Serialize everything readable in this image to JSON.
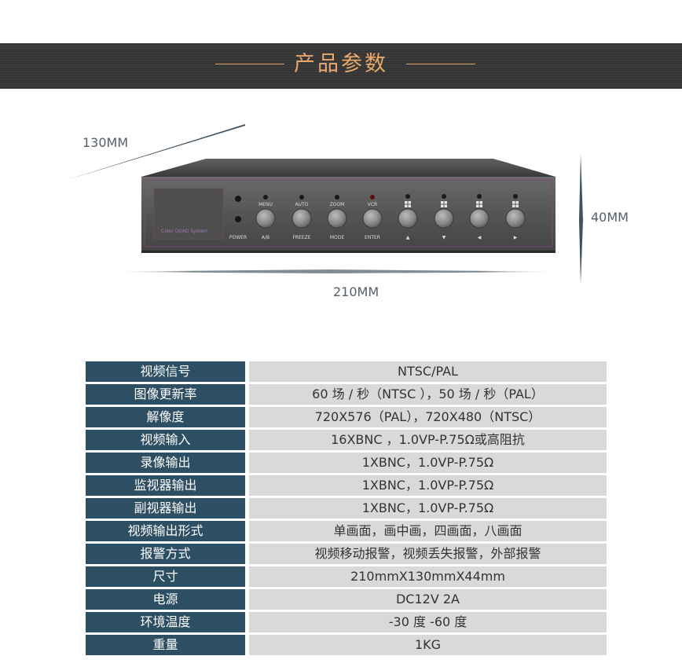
{
  "header": {
    "title": "产品参数"
  },
  "device": {
    "brand_label": "Color QUAD System",
    "power_label": "POWER",
    "top_labels": [
      "MENU",
      "AUTO",
      "ZOOM",
      "VCR",
      "",
      "",
      "",
      ""
    ],
    "bottom_labels": [
      "A/B",
      "FREEZE",
      "MODE",
      "ENTER",
      "▲",
      "▼",
      "◀",
      "▶"
    ]
  },
  "dimensions": {
    "depth": "130MM",
    "height": "40MM",
    "width": "210MM"
  },
  "specs": [
    {
      "key": "视频信号",
      "value": "NTSC/PAL"
    },
    {
      "key": "图像更新率",
      "value": "60 场 / 秒（NTSC ），50 场 / 秒（PAL）"
    },
    {
      "key": "解像度",
      "value": "720X576（PAL），720X480（NTSC）"
    },
    {
      "key": "视频输入",
      "value": "16XBNC ，1.0VP-P.75Ω或高阻抗"
    },
    {
      "key": "录像输出",
      "value": "1XBNC，1.0VP-P.75Ω"
    },
    {
      "key": "监视器输出",
      "value": "1XBNC，1.0VP-P.75Ω"
    },
    {
      "key": "副视器输出",
      "value": "1XBNC，1.0VP-P.75Ω"
    },
    {
      "key": "视频输出形式",
      "value": "单画面，画中画，四画面，八画面"
    },
    {
      "key": "报警方式",
      "value": "视频移动报警，视频丢失报警，外部报警"
    },
    {
      "key": "尺寸",
      "value": "210mmX130mmX44mm"
    },
    {
      "key": "电源",
      "value": "DC12V 2A"
    },
    {
      "key": "环境温度",
      "value": "-30 度 -60 度"
    },
    {
      "key": "重量",
      "value": "1KG"
    }
  ]
}
